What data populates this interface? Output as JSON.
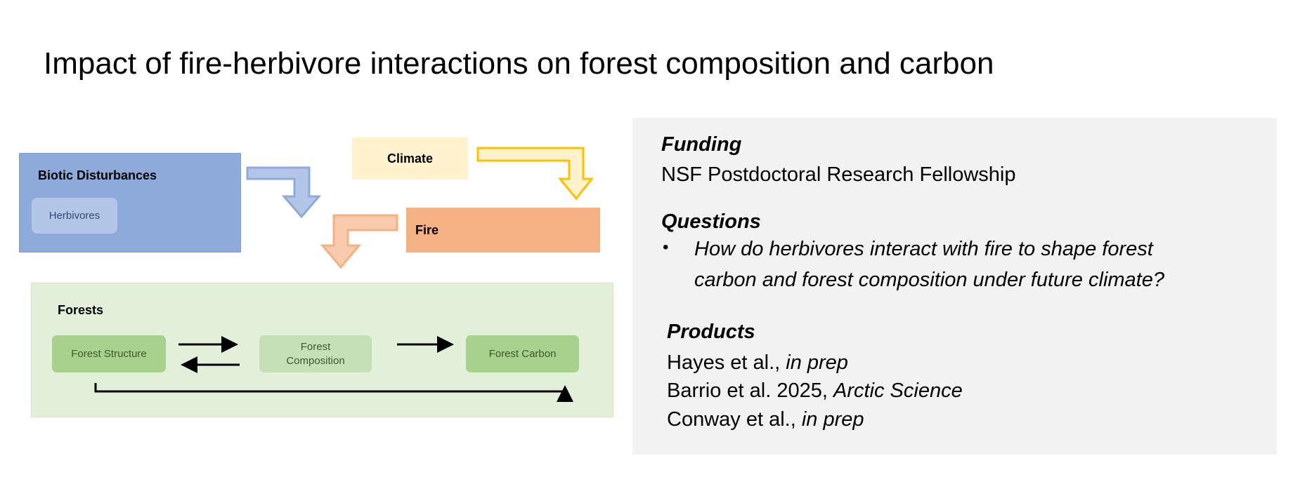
{
  "title": "Impact of fire-herbivore interactions on forest composition and carbon",
  "diagram": {
    "biotic_disturbances": "Biotic Disturbances",
    "herbivores": "Herbivores",
    "climate": "Climate",
    "fire": "Fire",
    "forests": "Forests",
    "forest_structure": "Forest Structure",
    "forest_composition_1": "Forest",
    "forest_composition_2": "Composition",
    "forest_carbon": "Forest Carbon",
    "colors": {
      "biotic": "#8eaadb",
      "herbivores": "#b4c6e7",
      "climate": "#fff2cc",
      "fire": "#f4b183",
      "forests": "#e2efd9",
      "forest_node": "#a9d18e",
      "composition_node": "#c5e0b4",
      "arrow_blue": "#8eaadb",
      "arrow_yellow": "#ffc000",
      "arrow_orange": "#f4b183"
    }
  },
  "panel": {
    "funding_heading": "Funding",
    "funding_text": "NSF Postdoctoral Research Fellowship",
    "questions_heading": "Questions",
    "bullet": "•",
    "question_line1": "How do herbivores interact with fire to shape forest",
    "question_line2": "carbon and forest composition under future climate?",
    "products_heading": "Products",
    "products": [
      {
        "authors": "Hayes et al., ",
        "venue": "in prep"
      },
      {
        "authors": "Barrio et al. 2025, ",
        "venue": "Arctic Science"
      },
      {
        "authors": "Conway et al., ",
        "venue": "in prep"
      }
    ]
  }
}
